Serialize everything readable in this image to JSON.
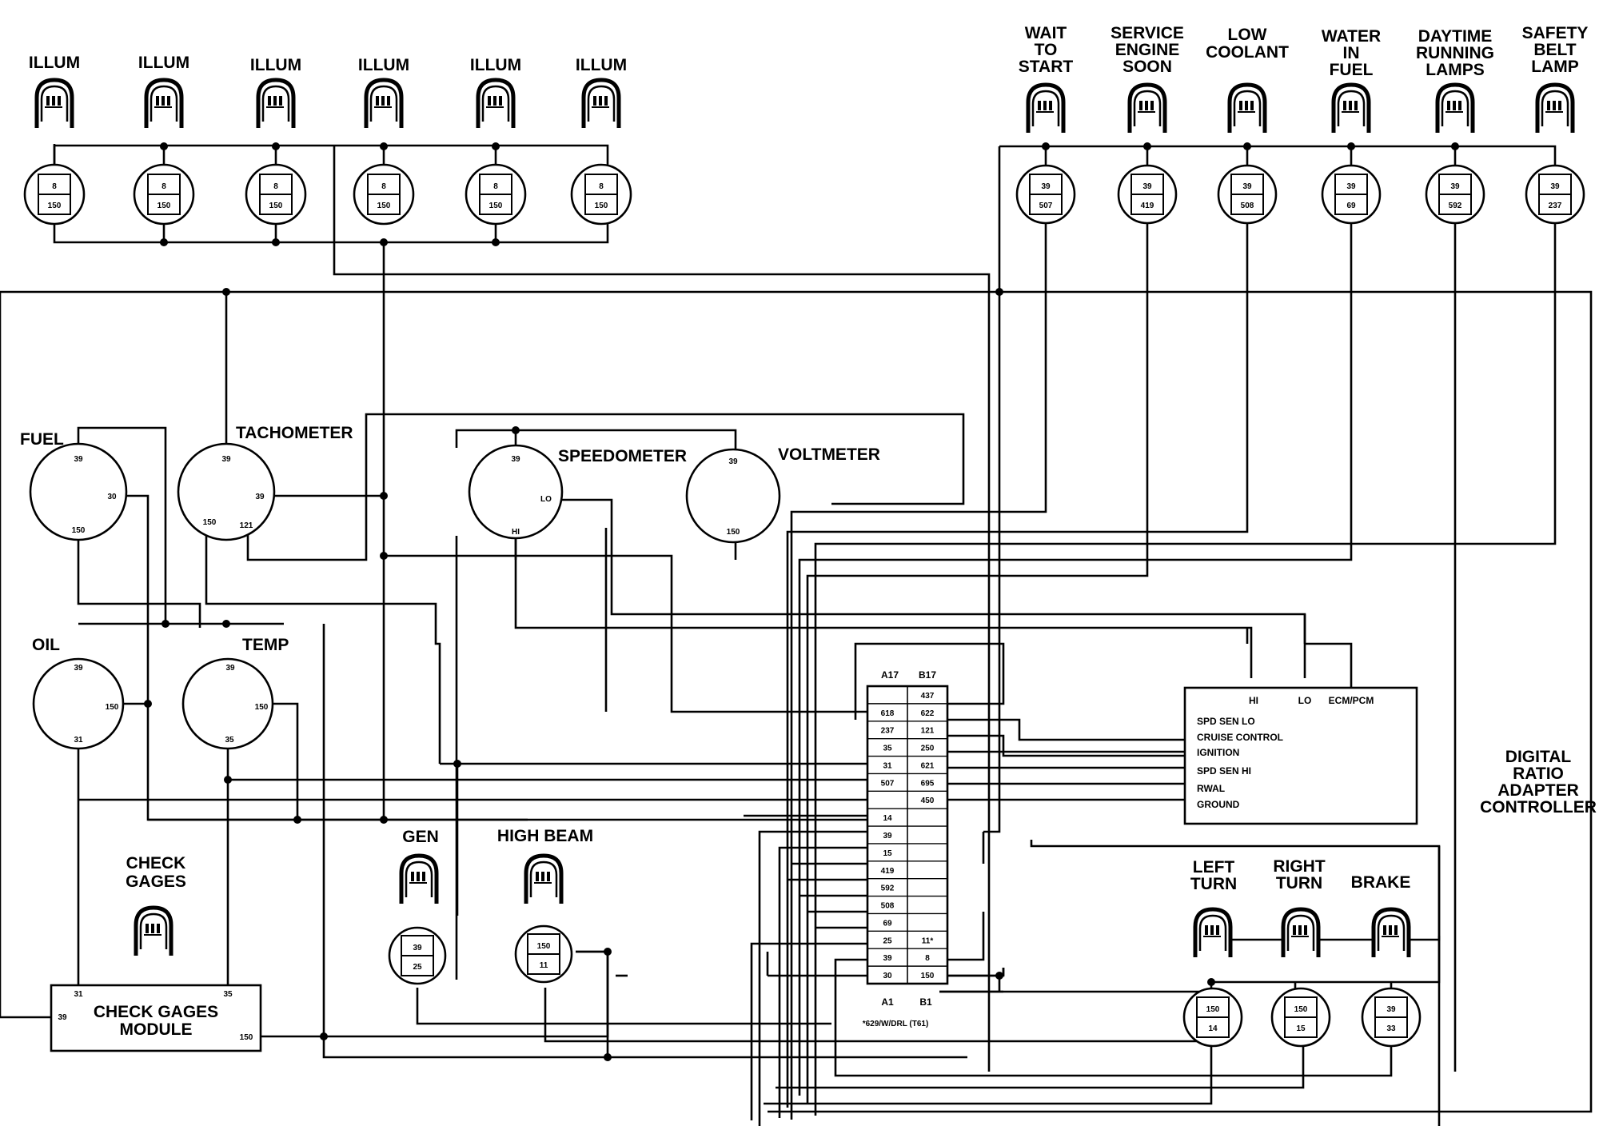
{
  "illum_bulbs": [
    {
      "label": "ILLUM",
      "top": "8",
      "bottom": "150"
    },
    {
      "label": "ILLUM",
      "top": "8",
      "bottom": "150"
    },
    {
      "label": "ILLUM",
      "top": "8",
      "bottom": "150"
    },
    {
      "label": "ILLUM",
      "top": "8",
      "bottom": "150"
    },
    {
      "label": "ILLUM",
      "top": "8",
      "bottom": "150"
    },
    {
      "label": "ILLUM",
      "top": "8",
      "bottom": "150"
    }
  ],
  "warning_lamps": [
    {
      "label": [
        "WAIT",
        "TO",
        "START"
      ],
      "top": "39",
      "bottom": "507"
    },
    {
      "label": [
        "SERVICE",
        "ENGINE",
        "SOON"
      ],
      "top": "39",
      "bottom": "419"
    },
    {
      "label": [
        "LOW",
        "COOLANT"
      ],
      "top": "39",
      "bottom": "508"
    },
    {
      "label": [
        "WATER",
        "IN",
        "FUEL"
      ],
      "top": "39",
      "bottom": "69"
    },
    {
      "label": [
        "DAYTIME",
        "RUNNING",
        "LAMPS"
      ],
      "top": "39",
      "bottom": "592"
    },
    {
      "label": [
        "SAFETY",
        "BELT",
        "LAMP"
      ],
      "top": "39",
      "bottom": "237"
    }
  ],
  "gauges": {
    "fuel": {
      "label": "FUEL",
      "pins": [
        "39",
        "30",
        "150"
      ]
    },
    "tachometer": {
      "label": "TACHOMETER",
      "pins": [
        "39",
        "39",
        "150",
        "121"
      ]
    },
    "speedometer": {
      "label": "SPEEDOMETER",
      "pins": [
        "39",
        "LO",
        "HI"
      ]
    },
    "voltmeter": {
      "label": "VOLTMETER",
      "pins": [
        "39",
        "150"
      ]
    },
    "oil": {
      "label": "OIL",
      "pins": [
        "39",
        "150",
        "31"
      ]
    },
    "temp": {
      "label": "TEMP",
      "pins": [
        "39",
        "150",
        "35"
      ]
    }
  },
  "lower_lamps": {
    "gen": {
      "label": "GEN",
      "top": "39",
      "bottom": "25"
    },
    "high_beam": {
      "label": "HIGH BEAM",
      "top": "150",
      "bottom": "11"
    },
    "check_gages": {
      "label": [
        "CHECK",
        "GAGES"
      ]
    },
    "left_turn": {
      "label": [
        "LEFT",
        "TURN"
      ],
      "top": "150",
      "bottom": "14"
    },
    "right_turn": {
      "label": [
        "RIGHT",
        "TURN"
      ],
      "top": "150",
      "bottom": "15"
    },
    "brake": {
      "label": "BRAKE",
      "top": "39",
      "bottom": "33"
    }
  },
  "check_gages_module": {
    "label": [
      "CHECK GAGES",
      "MODULE"
    ],
    "pins": {
      "p31": "31",
      "p35": "35",
      "p39": "39",
      "p150": "150"
    }
  },
  "connector": {
    "header_a": "A17",
    "header_b": "B17",
    "footer_a": "A1",
    "footer_b": "B1",
    "note": "*629/W/DRL (T61)",
    "rows": [
      [
        "",
        "437"
      ],
      [
        "618",
        "622"
      ],
      [
        "237",
        "121"
      ],
      [
        "35",
        "250"
      ],
      [
        "31",
        "621"
      ],
      [
        "507",
        "695"
      ],
      [
        "",
        "450"
      ],
      [
        "14",
        ""
      ],
      [
        "39",
        ""
      ],
      [
        "15",
        ""
      ],
      [
        "419",
        ""
      ],
      [
        "592",
        ""
      ],
      [
        "508",
        ""
      ],
      [
        "69",
        ""
      ],
      [
        "25",
        "11*"
      ],
      [
        "39",
        "8"
      ],
      [
        "30",
        "150"
      ]
    ]
  },
  "drac": {
    "top_pins": [
      "HI",
      "LO",
      "ECM/PCM"
    ],
    "rows": [
      "SPD SEN LO",
      "CRUISE CONTROL",
      "IGNITION",
      "SPD SEN HI",
      "RWAL",
      "GROUND"
    ],
    "title": [
      "DIGITAL",
      "RATIO",
      "ADAPTER",
      "CONTROLLER"
    ]
  }
}
